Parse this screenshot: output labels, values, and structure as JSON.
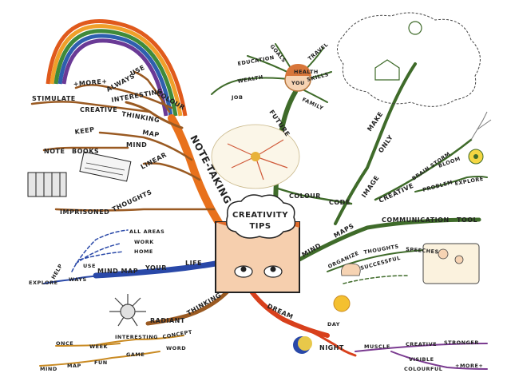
{
  "center": {
    "line1": "CREATIVITY",
    "line2": "TIPS"
  },
  "colors": {
    "orange": "#e8711c",
    "brown": "#9a5a22",
    "green": "#3f6b2a",
    "blue": "#2948a8",
    "red": "#d8401c",
    "purple": "#7a3a90",
    "gold": "#c98a22",
    "rainbow": [
      "#e05a1c",
      "#f0a02a",
      "#3f8a3a",
      "#2e5fae",
      "#6a3a96"
    ]
  },
  "branches": {
    "note_taking": {
      "label": "NOTE-TAKING",
      "colour": "COLOUR",
      "use": "USE",
      "always": "ALWAYS",
      "more": "+MORE+",
      "interesting": "INTERESTING",
      "stimulate": "STIMULATE",
      "creative": "CREATIVE",
      "thinking": "THINKING",
      "keep": "KEEP",
      "mind": "MIND",
      "map": "MAP",
      "note": "NOTE",
      "books": "BOOKS",
      "linear": "LINEAR",
      "imprisoned": "IMPRISONED",
      "thoughts": "THOUGHTS"
    },
    "future": {
      "label": "FUTURE",
      "you": "YOU",
      "goals": "GOALS",
      "travel": "TRAVEL",
      "education": "EDUCATION",
      "skills": "SKILLS",
      "wealth": "WEALTH",
      "job": "JOB",
      "family": "FAMILY",
      "health": "HEALTH"
    },
    "image": {
      "label": "IMAGE",
      "make": "MAKE",
      "only": "ONLY",
      "creative": "CREATIVE",
      "brain_storm": "BRAIN STORM",
      "bloom": "BLOOM",
      "problem": "PROBLEM",
      "explore": "EXPLORE",
      "colour": "COLOUR",
      "code": "CODE"
    },
    "mind_maps": {
      "mind": "MIND",
      "maps": "MAPS",
      "communication": "COMMUNICATION",
      "tool": "TOOL",
      "organize": "ORGANIZE",
      "thoughts": "THOUGHTS",
      "speeches": "SPEECHES",
      "successful": "SUCCESSFUL"
    },
    "life": {
      "label": "LIFE",
      "your": "YOUR",
      "mind_map": "MIND MAP",
      "use": "USE",
      "ways": "WAYS",
      "help": "HELP",
      "explore": "EXPLORE",
      "all_areas": "ALL AREAS",
      "work": "WORK",
      "home": "HOME"
    },
    "radiant": {
      "radiant": "RADIANT",
      "thinking": "THINKING",
      "interesting": "INTERESTING",
      "concept": "CONCEPT",
      "word": "WORD",
      "once": "ONCE",
      "week": "WEEK",
      "game": "GAME",
      "mind": "MIND",
      "map": "MAP",
      "fun": "FUN"
    },
    "dream": {
      "dream": "DREAM",
      "day": "DAY",
      "night": "NIGHT",
      "muscle": "MUSCLE",
      "creative": "CREATIVE",
      "stronger": "STRONGER",
      "visible": "VISIBLE",
      "colourful": "COLOURFUL",
      "more": "+MORE+"
    }
  }
}
